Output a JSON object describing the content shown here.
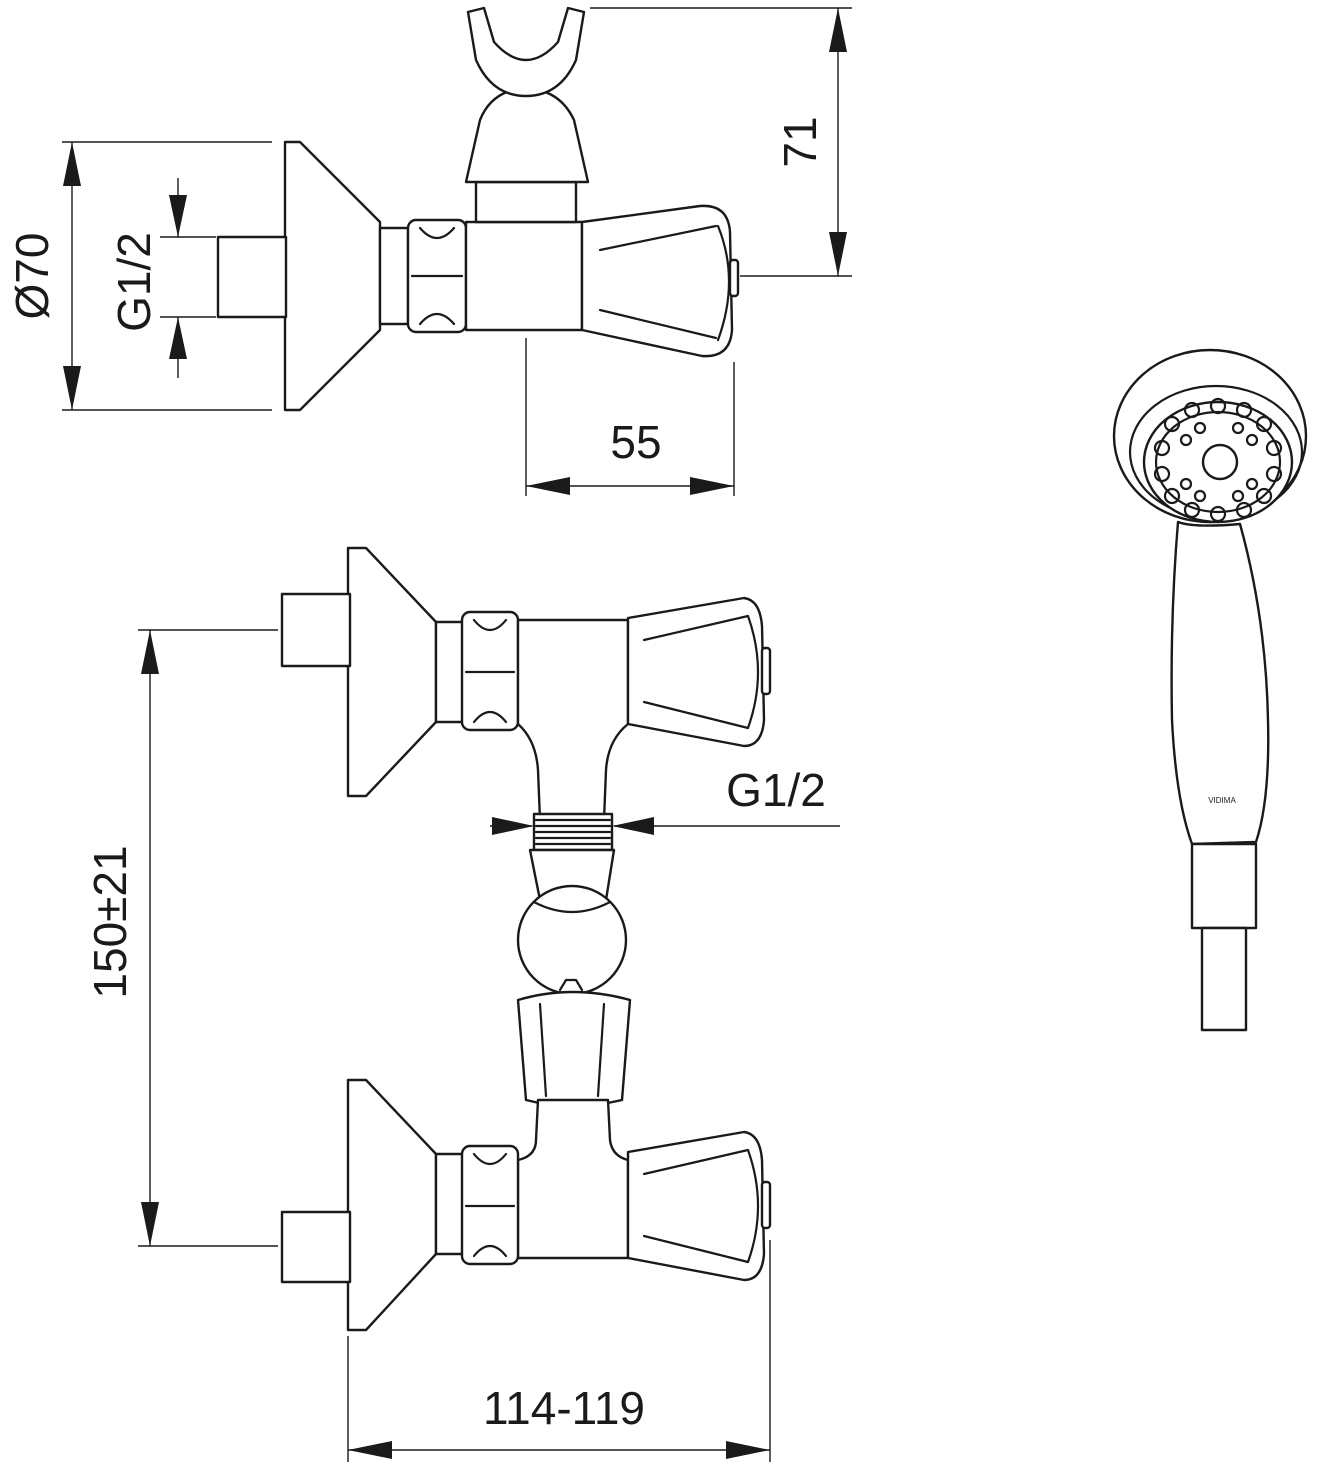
{
  "dimensions": {
    "diameter_70": "Ø70",
    "thread_top": "G1/2",
    "height_71": "71",
    "depth_55": "55",
    "thread_outlet": "G1/2",
    "spacing_150": "150±21",
    "width_114_119": "114-119"
  },
  "handshower": {
    "brand_mark": "VIDIMA"
  },
  "colors": {
    "line": "#1a1a1a",
    "background": "#ffffff"
  }
}
